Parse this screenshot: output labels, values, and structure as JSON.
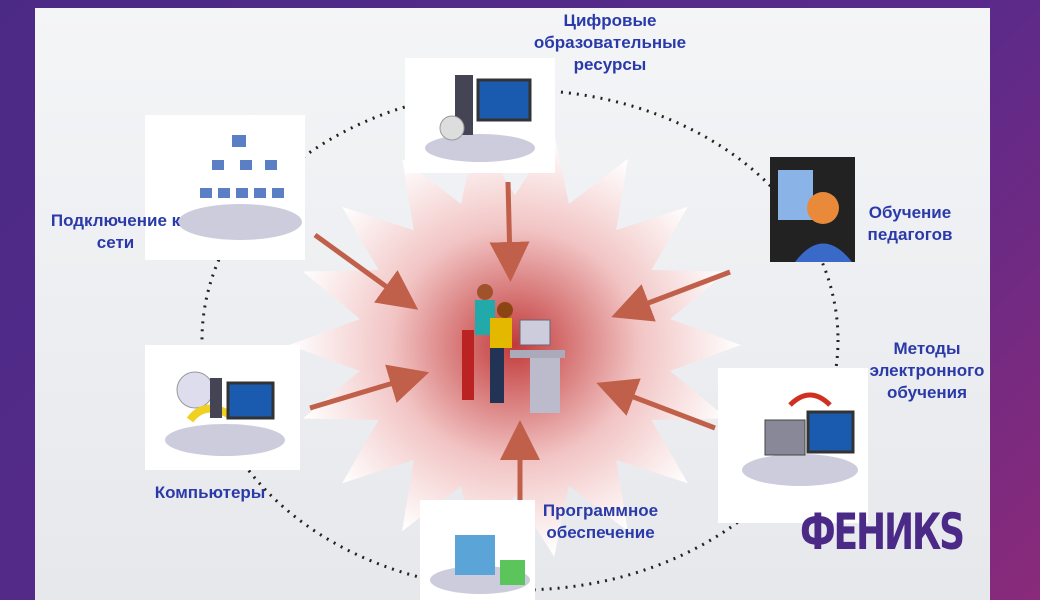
{
  "nodes": {
    "top": "Цифровые образовательные ресурсы",
    "right_top": "Обучение педагогов",
    "right_bottom": "Методы электронного обучения",
    "bottom": "Программное обеспечение",
    "left_bottom": "Компьютеры",
    "left_top": "Подключение к сети"
  },
  "icons": [
    "computer-cd-icon",
    "teacher-icon",
    "computer-sync-icon",
    "software-box-icon",
    "computer-globe-icon",
    "network-icon",
    "teacher-student-computer-icon"
  ],
  "colors": {
    "background": "#4b2a86",
    "label": "#2a3aa8",
    "arrow": "#c0604a",
    "logo": "#4a2a86"
  },
  "logo": "ФЕНИКS"
}
